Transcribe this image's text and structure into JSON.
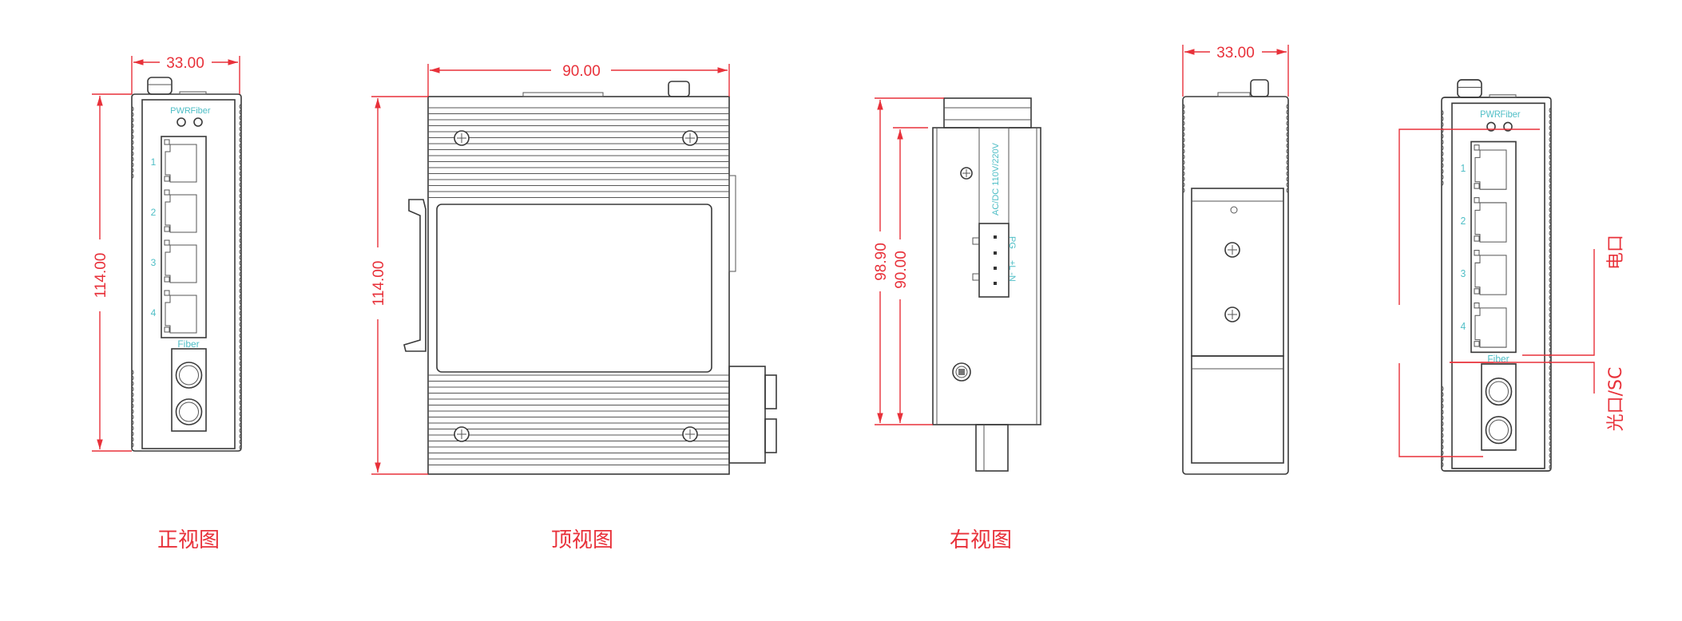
{
  "captions": {
    "front": "正视图",
    "top": "顶视图",
    "right": "右视图"
  },
  "dimensions": {
    "front_width": "33.00",
    "front_height": "114.00",
    "top_width": "90.00",
    "top_height": "114.00",
    "right_total_height": "98.90",
    "right_body_height": "90.00",
    "back_width": "33.00"
  },
  "front_panel": {
    "led_labels": [
      "PWR",
      "Fiber"
    ],
    "port_numbers": [
      "1",
      "2",
      "3",
      "4"
    ],
    "fiber_label": "Fiber"
  },
  "side_panel": {
    "power_label": "AC/DC 110V/220V",
    "terminal_label_1": "PG",
    "terminal_label_2": "+L -N"
  },
  "callouts": {
    "electrical_port": "电口",
    "optical_port": "光口/SC"
  },
  "colors": {
    "dimension": "#e8313a",
    "silkscreen": "#4fbec6",
    "outline": "#3a3a3a"
  }
}
